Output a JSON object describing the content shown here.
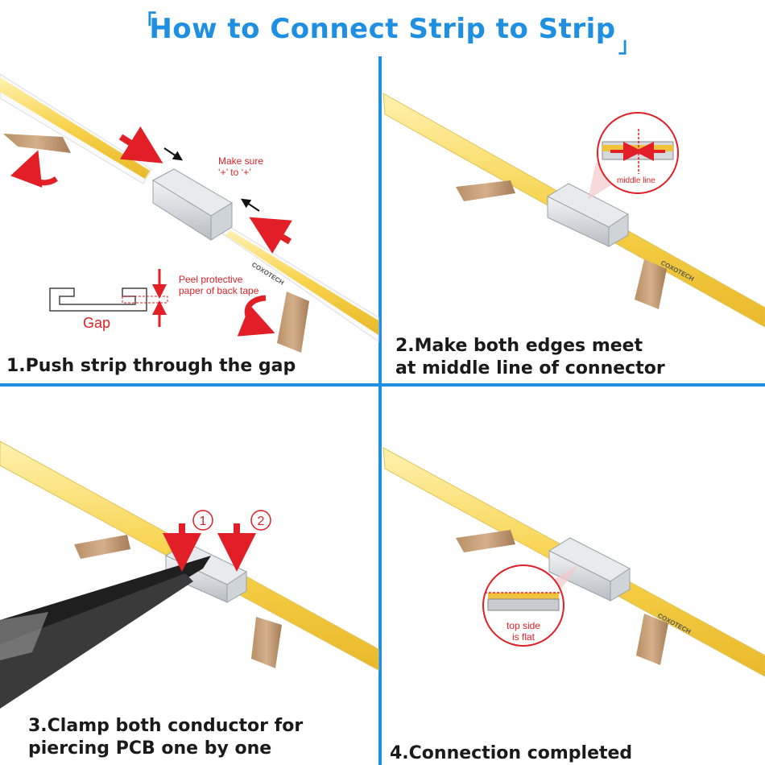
{
  "title": {
    "left_bracket": "「",
    "text": "How to Connect Strip to Strip",
    "right_bracket": "」"
  },
  "steps": {
    "step1": {
      "caption": "1.Push strip through the gap",
      "make_sure": "Make sure",
      "plus_to_plus": "‘+’ to ‘+’",
      "peel_line1": "Peel protective",
      "peel_line2": "paper of back tape",
      "gap_label": "Gap",
      "brand": "COXOTECH"
    },
    "step2": {
      "caption_line1": "2.Make both edges meet",
      "caption_line2": "at middle line of connector",
      "middle_line": "middle line",
      "brand": "COXOTECH"
    },
    "step3": {
      "caption_line1": "3.Clamp both conductor for",
      "caption_line2": "piercing PCB one by one",
      "marker1": "1",
      "marker2": "2"
    },
    "step4": {
      "caption": "4.Connection completed",
      "top_side_line1": "top side",
      "top_side_line2": "is flat",
      "brand": "COXOTECH"
    }
  },
  "colors": {
    "accent": "#1e8fe1",
    "warning": "#e21f26",
    "strip": "#f7d24a",
    "tape": "#c8a47e"
  }
}
